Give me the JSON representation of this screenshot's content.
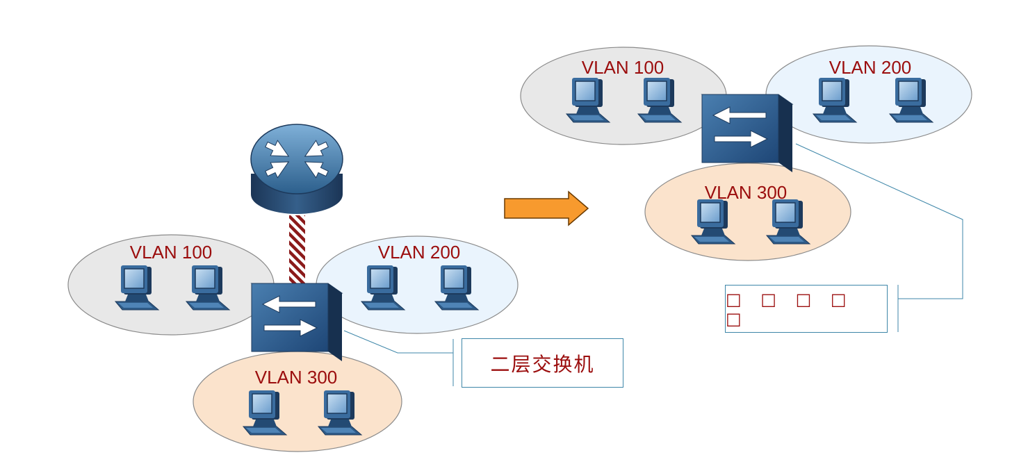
{
  "left_network": {
    "vlans": [
      {
        "label": "VLAN 100"
      },
      {
        "label": "VLAN 200"
      },
      {
        "label": "VLAN 300"
      }
    ],
    "callout_label": "二层交换机"
  },
  "right_network": {
    "vlans": [
      {
        "label": "VLAN 100"
      },
      {
        "label": "VLAN 200"
      },
      {
        "label": "VLAN 300"
      }
    ],
    "callout_label": "□ □ □ □ □"
  },
  "colors": {
    "vlan_100_fill": "#e8e8e8",
    "vlan_200_fill": "#eaf4fd",
    "vlan_300_fill": "#fbe3cc",
    "label_text": "#9b0d0d",
    "callout_border": "#3d86a8",
    "arrow_fill": "#f79a2e",
    "arrow_stroke": "#6a3a00",
    "device_dark": "#1d3557",
    "device_mid": "#2e6a9c",
    "device_light": "#6ea3cf"
  },
  "icons": [
    "router-icon",
    "layer2-switch-icon",
    "layer3-switch-icon",
    "pc-icon",
    "transition-arrow-icon"
  ]
}
